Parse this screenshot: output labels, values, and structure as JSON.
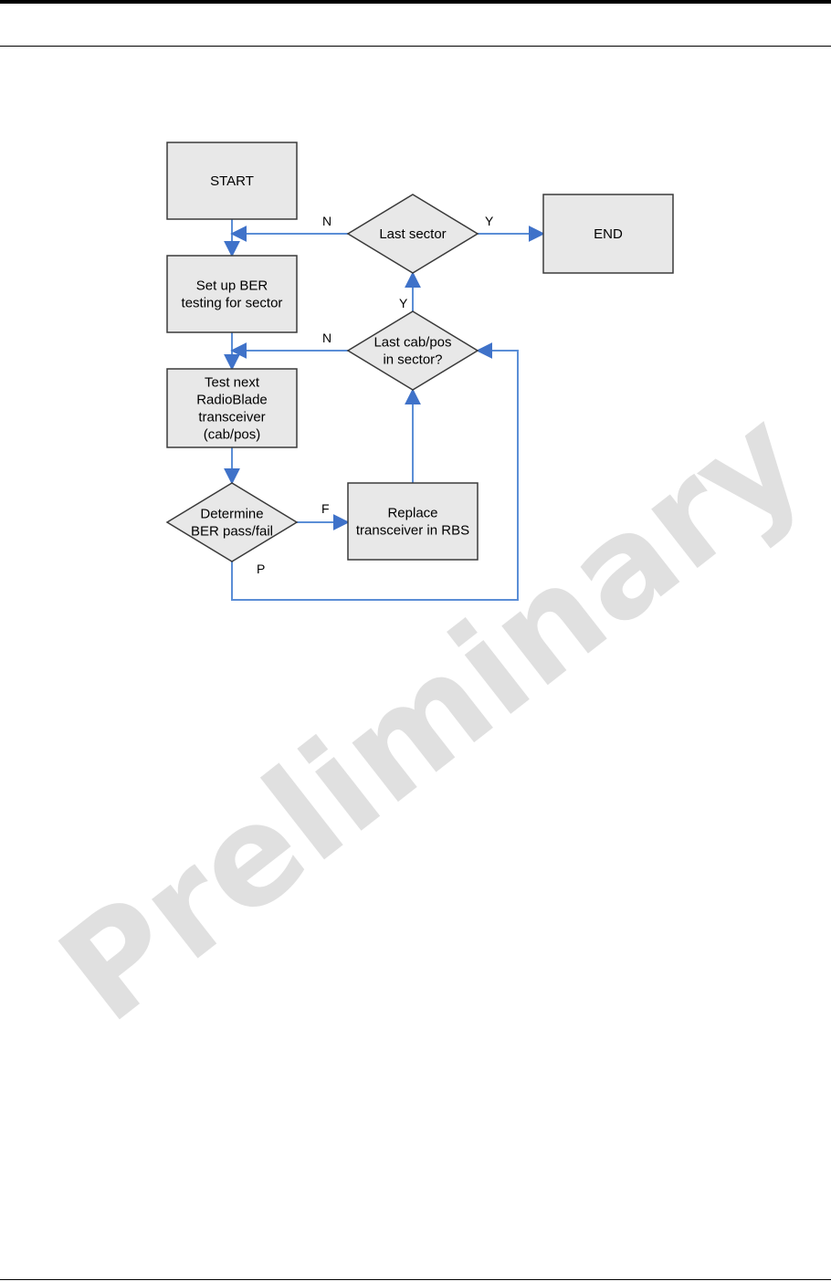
{
  "watermark": {
    "text": "Preliminary"
  },
  "colors": {
    "node_fill": "#e8e8e8",
    "node_stroke": "#3a3a3a",
    "edge": "#5b8ed6",
    "arrowhead": "#3f72c9",
    "watermark": "#c8c8c8"
  },
  "flowchart": {
    "nodes": {
      "start": {
        "shape": "rect",
        "lines": [
          "START"
        ]
      },
      "setup": {
        "shape": "rect",
        "lines": [
          "Set up BER",
          "testing for sector"
        ]
      },
      "test": {
        "shape": "rect",
        "lines": [
          "Test next",
          "RadioBlade",
          "transceiver",
          "(cab/pos)"
        ]
      },
      "determine": {
        "shape": "diamond",
        "lines": [
          "Determine",
          "BER pass/fail"
        ]
      },
      "replace": {
        "shape": "rect",
        "lines": [
          "Replace",
          "transceiver in RBS"
        ]
      },
      "lastcab": {
        "shape": "diamond",
        "lines": [
          "Last cab/pos",
          "in sector?"
        ]
      },
      "lastsector": {
        "shape": "diamond",
        "lines": [
          "Last sector"
        ]
      },
      "end": {
        "shape": "rect",
        "lines": [
          "END"
        ]
      }
    },
    "edges": [
      {
        "from": "start",
        "to": "setup",
        "label": ""
      },
      {
        "from": "setup",
        "to": "test",
        "label": ""
      },
      {
        "from": "test",
        "to": "determine",
        "label": ""
      },
      {
        "from": "determine",
        "to": "replace",
        "label": "F"
      },
      {
        "from": "determine",
        "to": "lastcab",
        "label": "P"
      },
      {
        "from": "replace",
        "to": "lastcab",
        "label": ""
      },
      {
        "from": "lastcab",
        "to": "test",
        "label": "N"
      },
      {
        "from": "lastcab",
        "to": "lastsector",
        "label": "Y"
      },
      {
        "from": "lastsector",
        "to": "setup",
        "label": "N"
      },
      {
        "from": "lastsector",
        "to": "end",
        "label": "Y"
      }
    ]
  }
}
